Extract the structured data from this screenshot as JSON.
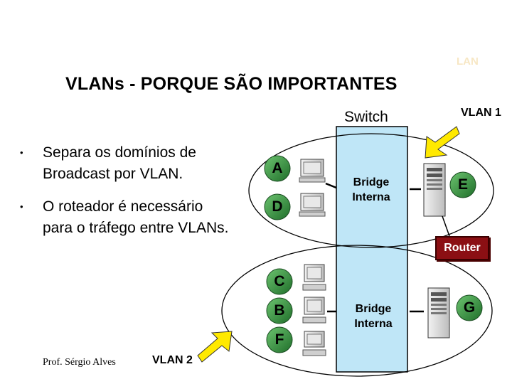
{
  "header": {
    "corner_tag": "LAN",
    "title": "VLANs - PORQUE SÃO IMPORTANTES"
  },
  "bullets": [
    {
      "marker": "•",
      "text": "Separa os domínios de Broadcast por VLAN."
    },
    {
      "marker": "•",
      "text": "O roteador é necessário para o tráfego entre VLANs."
    }
  ],
  "diagram": {
    "switch_label": "Switch",
    "bridge_top": "Bridge Interna",
    "bridge_bottom": "Bridge Interna",
    "router_label": "Router",
    "vlan1_label": "VLAN 1",
    "vlan2_label": "VLAN 2",
    "nodes": {
      "a": "A",
      "d": "D",
      "e": "E",
      "c": "C",
      "b": "B",
      "f": "F",
      "g": "G"
    },
    "colors": {
      "switch_fill": "#bfe6f7",
      "node_fill": "#2e8b3a",
      "router_fill": "#8b0f13",
      "arrow_fill": "#ffe900"
    }
  },
  "footer": {
    "author": "Prof. Sérgio Alves"
  }
}
